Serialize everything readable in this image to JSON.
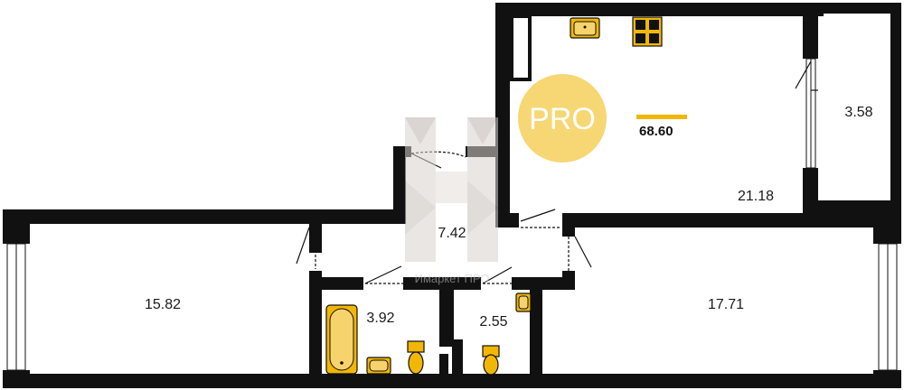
{
  "badge": {
    "text": "PRO",
    "color": "#f6d774"
  },
  "total_area": {
    "value": "68.60",
    "accent": "#f2b705"
  },
  "rooms": {
    "kitchen": "21.18",
    "balcony": "3.58",
    "hall": "7.42",
    "bedroom_left": "15.82",
    "bedroom_right": "17.71",
    "bathroom": "3.92",
    "wc": "2.55"
  },
  "watermark": {
    "text": "Имаркет ПРО"
  },
  "colors": {
    "wall": "#111111",
    "fixture": "#f2b705",
    "window": "#ffffff"
  },
  "fixtures": [
    "sink-icon",
    "stove-icon",
    "bathtub-icon",
    "toilet-icon",
    "door-swing-icon",
    "window-icon"
  ]
}
